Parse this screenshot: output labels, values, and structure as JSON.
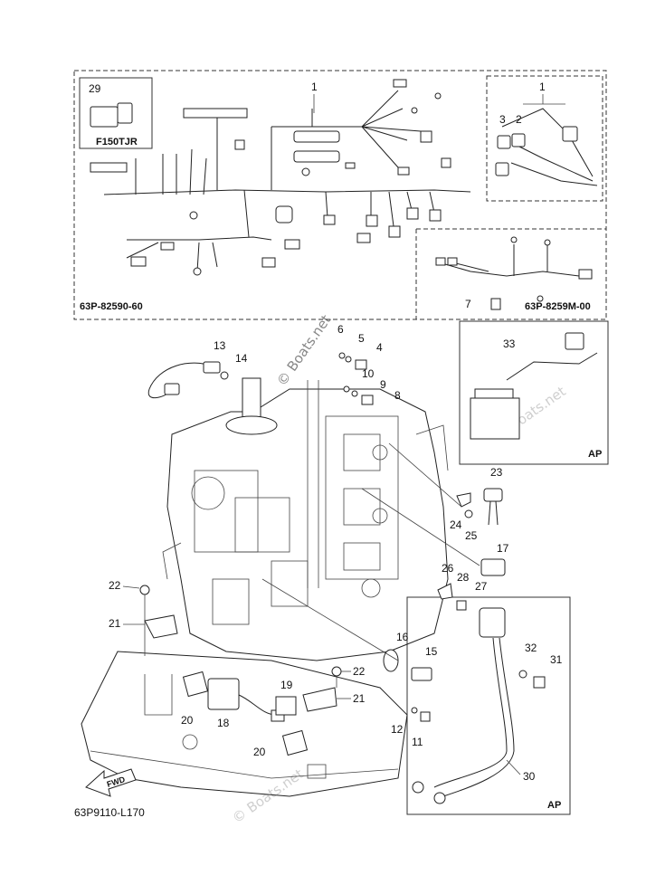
{
  "watermarks": {
    "text": "© Boats.net"
  },
  "boxes": {
    "harness_code": "63P-82590-60",
    "sub_harness_code": "63P-8259M-00",
    "engine_code": "F150TJR",
    "ap_label": "AP"
  },
  "footer": {
    "diagram_code": "63P9110-L170",
    "fwd_label": "FWD"
  },
  "callouts": {
    "c1a": "1",
    "c1b": "1",
    "c2": "2",
    "c3": "3",
    "c4": "4",
    "c5": "5",
    "c6": "6",
    "c7": "7",
    "c8": "8",
    "c9": "9",
    "c10": "10",
    "c11": "11",
    "c12": "12",
    "c13": "13",
    "c14": "14",
    "c15": "15",
    "c16": "16",
    "c17": "17",
    "c18": "18",
    "c19": "19",
    "c20a": "20",
    "c20b": "20",
    "c21a": "21",
    "c21b": "21",
    "c22a": "22",
    "c22b": "22",
    "c23": "23",
    "c24": "24",
    "c25": "25",
    "c26": "26",
    "c27": "27",
    "c28": "28",
    "c29": "29",
    "c30": "30",
    "c31": "31",
    "c32": "32",
    "c33": "33"
  }
}
